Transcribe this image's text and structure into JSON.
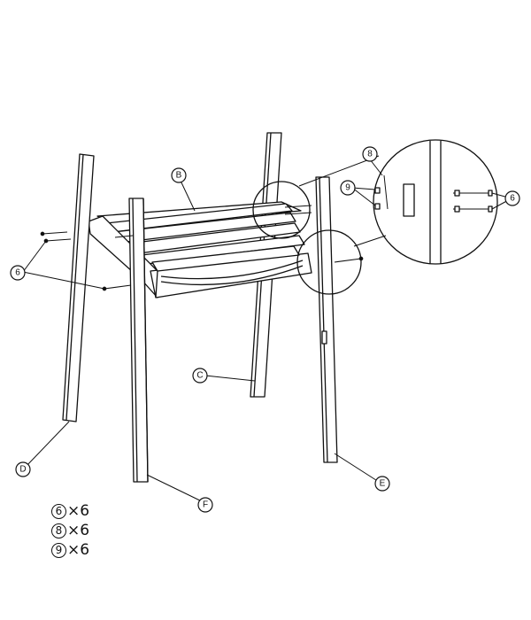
{
  "labels": {
    "B": "B",
    "C": "C",
    "D": "D",
    "E": "E",
    "F": "F"
  },
  "callouts": {
    "six_left": "6",
    "six_right": "6",
    "eight": "8",
    "nine": "9"
  },
  "parts_list": [
    {
      "num": "6",
      "qty": "×6"
    },
    {
      "num": "8",
      "qty": "×6"
    },
    {
      "num": "9",
      "qty": "×6"
    }
  ]
}
